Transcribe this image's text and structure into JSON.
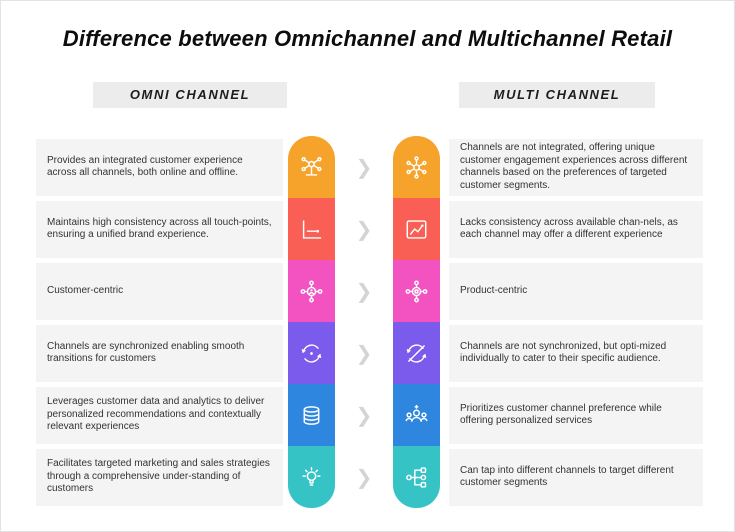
{
  "title": "Difference between Omnichannel and Multichannel Retail",
  "headers": {
    "omni": "OMNI CHANNEL",
    "multi": "MULTI CHANNEL"
  },
  "separator_glyph": "❯",
  "text_box_bg": "#f4f4f4",
  "rows": [
    {
      "color": "#F6A32B",
      "omni_icon": "connected-channels-icon",
      "multi_icon": "separate-channels-icon",
      "omni_text": "Provides an integrated customer experience across all channels, both online and offline.",
      "multi_text": "Channels are not integrated, offering unique customer engagement experiences across different channels based on the preferences of targeted customer segments."
    },
    {
      "color": "#FA5F55",
      "omni_icon": "flat-chart-icon",
      "multi_icon": "trend-chart-icon",
      "omni_text": "Maintains high consistency across all touch-points, ensuring a unified brand experience.",
      "multi_text": "Lacks consistency across available chan-nels, as each channel may offer a different experience"
    },
    {
      "color": "#F253C1",
      "omni_icon": "customer-centric-icon",
      "multi_icon": "product-centric-icon",
      "omni_text": "Customer-centric",
      "multi_text": "Product-centric"
    },
    {
      "color": "#7A5BEB",
      "omni_icon": "synchronized-icon",
      "multi_icon": "not-synchronized-icon",
      "omni_text": "Channels are synchronized enabling smooth transitions for customers",
      "multi_text": "Channels are not synchronized, but opti-mized individually to cater to their specific audience."
    },
    {
      "color": "#2E86DE",
      "omni_icon": "data-stack-icon",
      "multi_icon": "customer-preference-icon",
      "omni_text": "Leverages customer data and analytics to deliver personalized recommendations and contextually relevant experiences",
      "multi_text": "Prioritizes customer channel preference while offering personalized services"
    },
    {
      "color": "#35C3C6",
      "omni_icon": "targeted-idea-icon",
      "multi_icon": "channel-network-icon",
      "omni_text": "Facilitates targeted marketing and sales strategies through a comprehensive under-standing of customers",
      "multi_text": "Can tap into different channels to target different customer segments"
    }
  ]
}
